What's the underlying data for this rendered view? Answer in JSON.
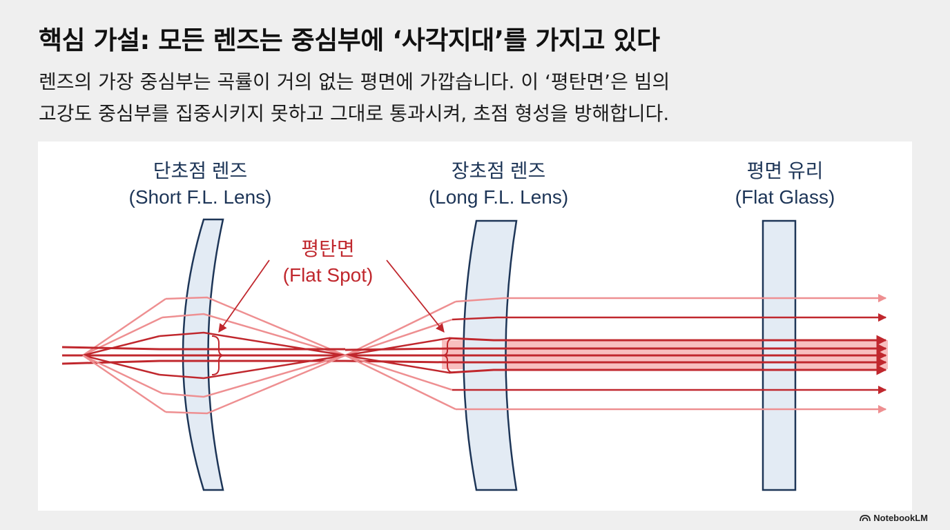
{
  "title": "핵심 가설: 모든 렌즈는 중심부에 ‘사각지대’를 가지고 있다",
  "subtitle": [
    "렌즈의 가장 중심부는 곡률이 거의 없는 평면에 가깝습니다. 이 ‘평탄면’은 빔의",
    "고강도 중심부를 집중시키지 못하고 그대로 통과시켜, 초점 형성을 방해합니다."
  ],
  "diagram": {
    "lenses": [
      {
        "name_ko": "단초점 렌즈",
        "name_en": "(Short F.L. Lens)"
      },
      {
        "name_ko": "장초점 렌즈",
        "name_en": "(Long F.L. Lens)"
      },
      {
        "name_ko": "평면 유리",
        "name_en": "(Flat Glass)"
      }
    ],
    "flat_spot": {
      "ko": "평탄면",
      "en": "(Flat Spot)"
    },
    "colors": {
      "lens_fill": "#e3ebf4",
      "lens_stroke": "#1d3557",
      "ray_dark": "#c0272d",
      "ray_light": "#ee8f91",
      "label_navy": "#1d3557",
      "label_red": "#c0272d"
    }
  },
  "brand": {
    "icon": "notebooklm-logo-icon",
    "label": "NotebookLM"
  }
}
